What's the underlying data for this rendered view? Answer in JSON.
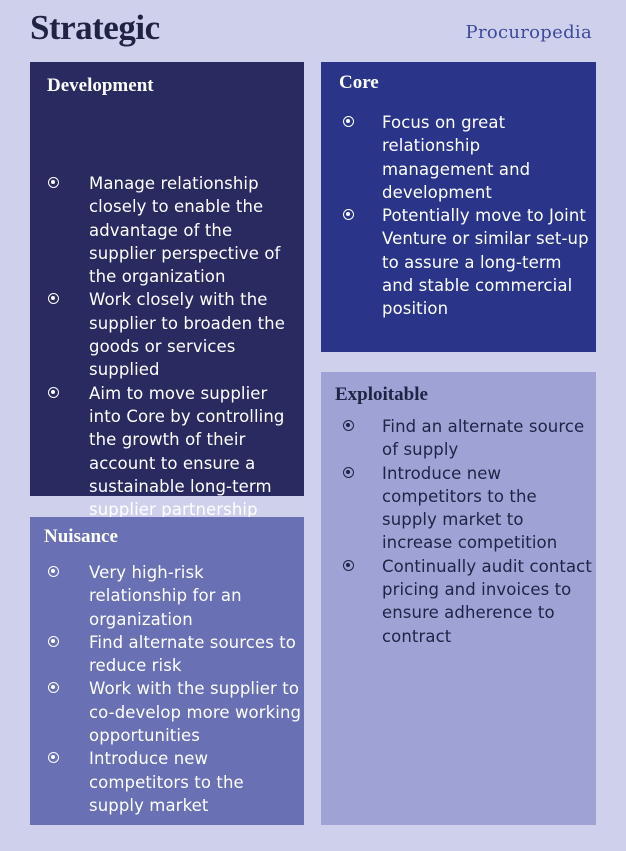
{
  "header": {
    "title": "Strategic",
    "brand": "Procuropedia"
  },
  "colors": {
    "background": "#cfd0ec",
    "development": "#282a60",
    "core": "#2a358a",
    "nuisance": "#6a70b4",
    "exploitable": "#9fa2d4",
    "dark_text": "#1f2344"
  },
  "boxes": {
    "development": {
      "title": "Development",
      "bullets": [
        "Manage relationship closely to enable the advantage of the supplier perspective of the organization",
        "Work closely with the supplier to broaden the goods or services supplied",
        "Aim to move supplier into Core by controlling the growth of their account  to ensure a sustainable long-term supplier partnership"
      ]
    },
    "core": {
      "title": "Core",
      "bullets": [
        "Focus on great relationship management and development",
        "Potentially move to Joint Venture or similar set-up to assure a long-term and stable commercial position"
      ]
    },
    "nuisance": {
      "title": "Nuisance",
      "bullets": [
        "Very high-risk relationship for an organization",
        "Find alternate sources to reduce risk",
        "Work with the supplier to co-develop more working opportunities",
        "Introduce new competitors to the supply market"
      ]
    },
    "exploitable": {
      "title": "Exploitable",
      "bullets": [
        "Find an alternate source of supply",
        "Introduce new competitors to the supply market to increase competition",
        "Continually audit contact pricing and invoices to ensure adherence to contract"
      ]
    }
  }
}
